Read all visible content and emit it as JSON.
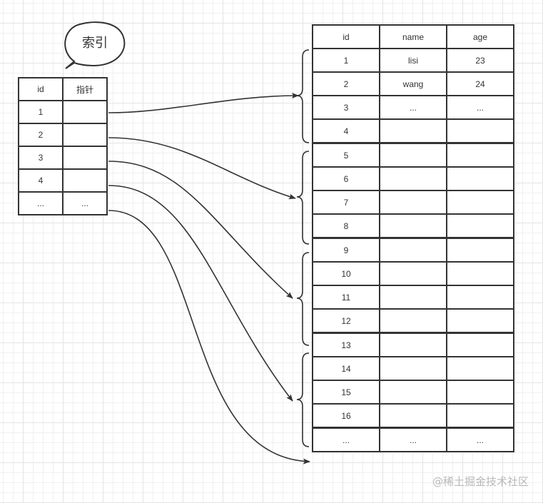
{
  "bubble": {
    "label": "索引"
  },
  "index_table": {
    "headers": [
      "id",
      "指针"
    ],
    "rows": [
      [
        "1",
        ""
      ],
      [
        "2",
        ""
      ],
      [
        "3",
        ""
      ],
      [
        "4",
        ""
      ],
      [
        "...",
        "..."
      ]
    ]
  },
  "data_table": {
    "headers": [
      "id",
      "name",
      "age"
    ],
    "rows": [
      [
        "1",
        "lisi",
        "23"
      ],
      [
        "2",
        "wang",
        "24"
      ],
      [
        "3",
        "...",
        "..."
      ],
      [
        "4",
        "",
        ""
      ],
      [
        "5",
        "",
        ""
      ],
      [
        "6",
        "",
        ""
      ],
      [
        "7",
        "",
        ""
      ],
      [
        "8",
        "",
        ""
      ],
      [
        "9",
        "",
        ""
      ],
      [
        "10",
        "",
        ""
      ],
      [
        "11",
        "",
        ""
      ],
      [
        "12",
        "",
        ""
      ],
      [
        "13",
        "",
        ""
      ],
      [
        "14",
        "",
        ""
      ],
      [
        "15",
        "",
        ""
      ],
      [
        "16",
        "",
        ""
      ],
      [
        "...",
        "...",
        "..."
      ]
    ]
  },
  "arrows": [
    {
      "from_index_row": "1",
      "to_group": "1-4"
    },
    {
      "from_index_row": "2",
      "to_group": "5-8"
    },
    {
      "from_index_row": "3",
      "to_group": "9-12"
    },
    {
      "from_index_row": "4",
      "to_group": "13-16"
    },
    {
      "from_index_row": "...",
      "to_group": "..."
    }
  ],
  "watermark": "@稀土掘金技术社区",
  "colors": {
    "line": "#333333",
    "grid": "#e4e4e4",
    "watermark": "#b8b8b8"
  }
}
